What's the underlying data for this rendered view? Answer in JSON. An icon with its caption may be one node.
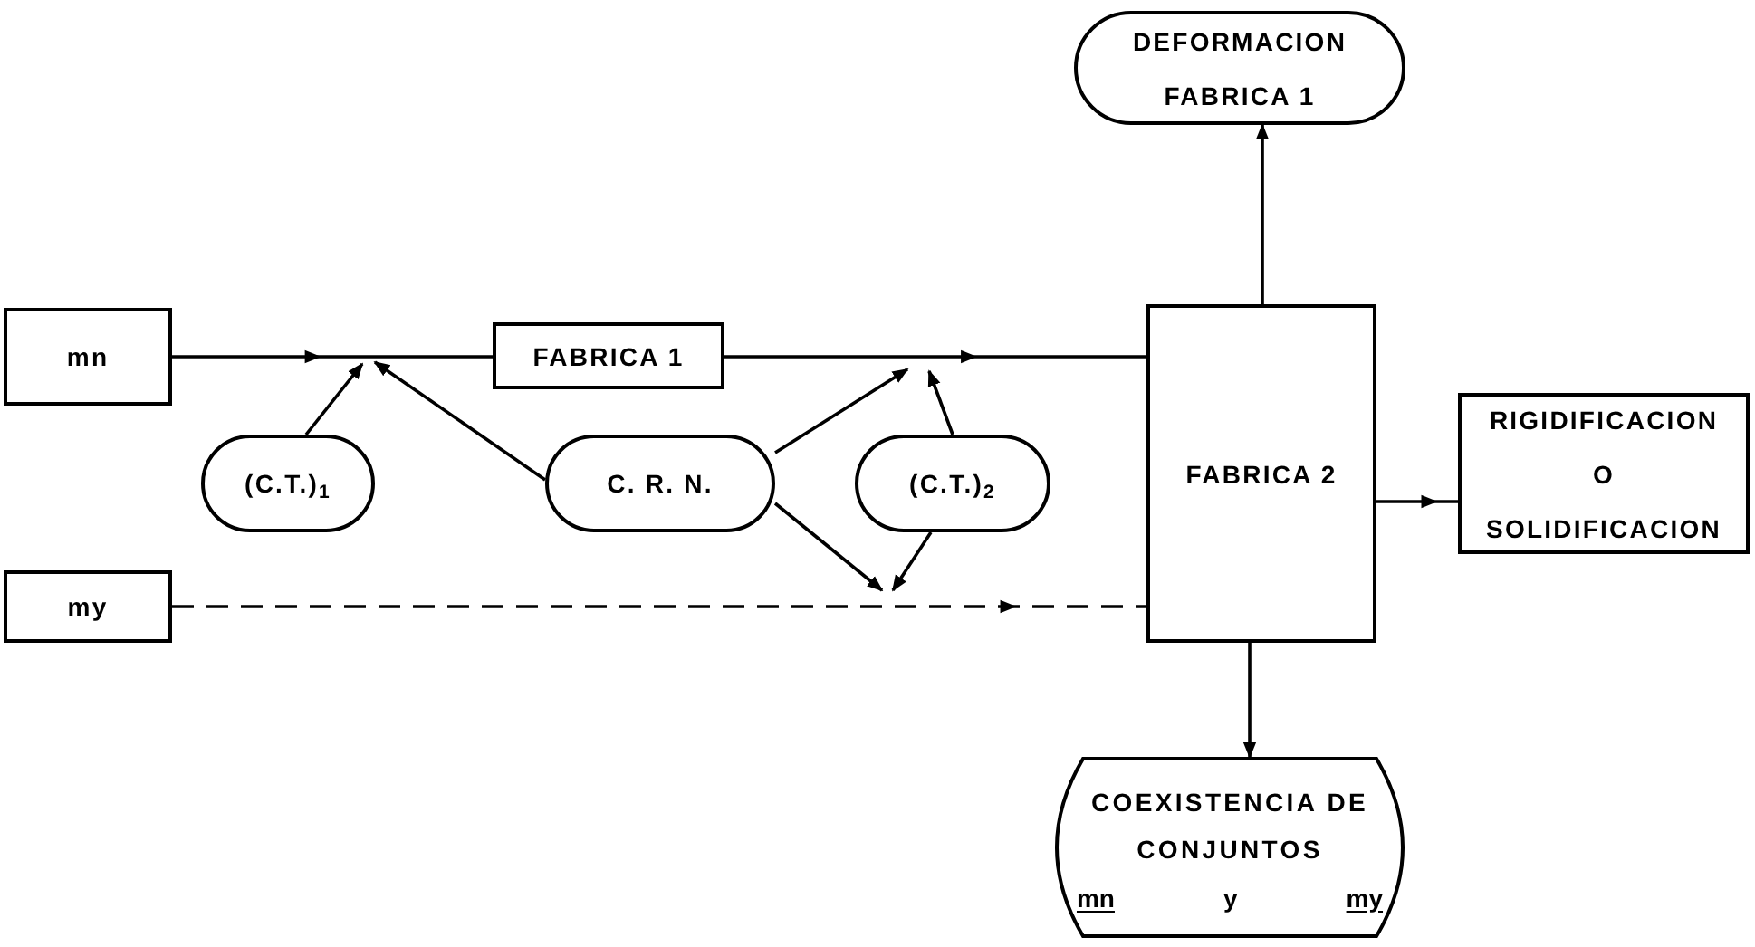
{
  "diagram": {
    "nodes": [
      {
        "text": [
          "mn"
        ]
      },
      {
        "text": [
          "FABRICA 1"
        ]
      },
      {
        "text": [
          "my"
        ]
      },
      {
        "text": [
          "(C.T.)$_{1}$"
        ]
      },
      {
        "text": [
          "C. R. N."
        ]
      },
      {
        "text": [
          "(C.T.)$_{2}$"
        ]
      },
      {
        "text": [
          "FABRICA 2"
        ]
      },
      {
        "text": [
          "DEFORMACION FABRICA 1"
        ]
      },
      {
        "text": [
          "RIGIDIFICACION O SOLIDIFICACION"
        ]
      },
      {
        "text": [
          "COEXISTENCIA DE CONJUNTOS",
          "mn",
          "y",
          "my"
        ]
      }
    ],
    "edges": [
      {
        "from": 0,
        "to": 1,
        "arrow": "to"
      },
      {
        "from": 1,
        "to": 6,
        "arrow": "to"
      },
      {
        "from": 2,
        "to": 6,
        "arrow": "to",
        "style": "dashed"
      },
      {
        "from": 3,
        "to": null,
        "arrow": "to"
      },
      {
        "from": 4,
        "to": null,
        "arrow": "to"
      },
      {
        "from": 4,
        "to": null,
        "arrow": "to"
      },
      {
        "from": 5,
        "to": null,
        "arrow": "to"
      },
      {
        "from": 4,
        "to": null,
        "arrow": "to"
      },
      {
        "from": 5,
        "to": null,
        "arrow": "to"
      },
      {
        "from": 6,
        "to": 7,
        "arrow": "to"
      },
      {
        "from": 6,
        "to": 8,
        "arrow": "to"
      },
      {
        "from": 6,
        "to": 9,
        "arrow": "to"
      }
    ]
  }
}
